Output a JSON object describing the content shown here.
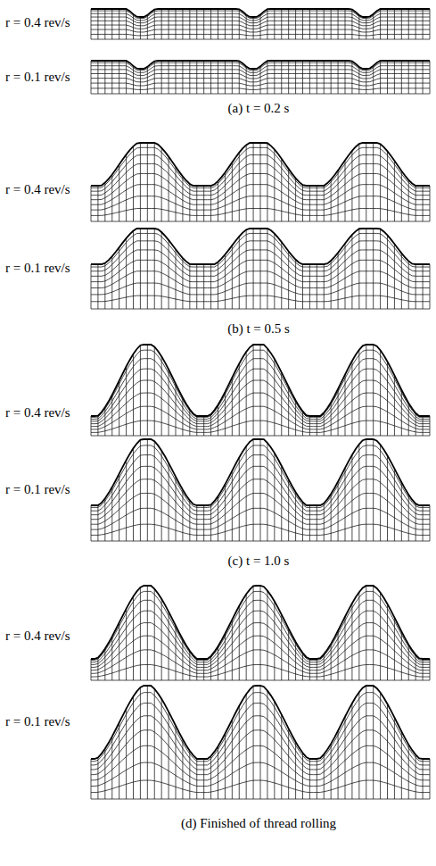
{
  "diagram": {
    "labels": [
      "r = 0.4 rev/s",
      "r = 0.1 rev/s",
      "(a) t = 0.2 s",
      "r = 0.4 rev/s",
      "r = 0.1 rev/s",
      "(b) t = 0.5 s",
      "r = 0.4 rev/s",
      "r = 0.1 rev/s",
      "(c) t = 1.0 s",
      "r = 0.4 rev/s",
      "r = 0.1 rev/s",
      "(d) Finished of thread rolling"
    ]
  }
}
